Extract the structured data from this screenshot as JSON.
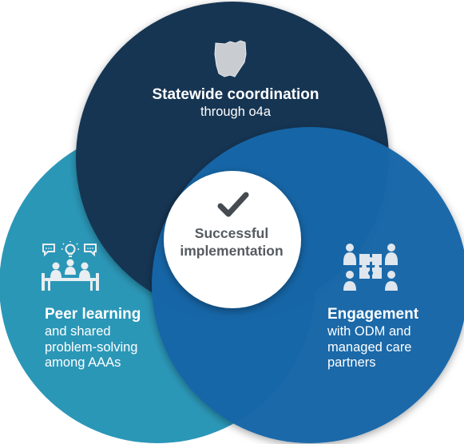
{
  "colors": {
    "top_circle": "#123453",
    "left_circle": "#2b97b7",
    "right_circle": "#1366a8",
    "center_disc": "#ffffff",
    "center_text": "#555b60",
    "check_mark": "#454b50",
    "label_text": "#ffffff"
  },
  "icons": {
    "top": "ohio-state-outline-icon",
    "left": "team-meeting-ideas-icon",
    "right": "puzzle-collaboration-icon",
    "center": "checkmark-icon"
  },
  "top": {
    "title": "Statewide coordination",
    "subtitle": "through o4a"
  },
  "left": {
    "title": "Peer learning",
    "lines": [
      "and shared",
      "problem-solving",
      "among AAAs"
    ]
  },
  "right": {
    "title": "Engagement",
    "lines": [
      "with ODM and",
      "managed care",
      "partners"
    ]
  },
  "center": {
    "lines": [
      "Successful",
      "implementation"
    ]
  }
}
